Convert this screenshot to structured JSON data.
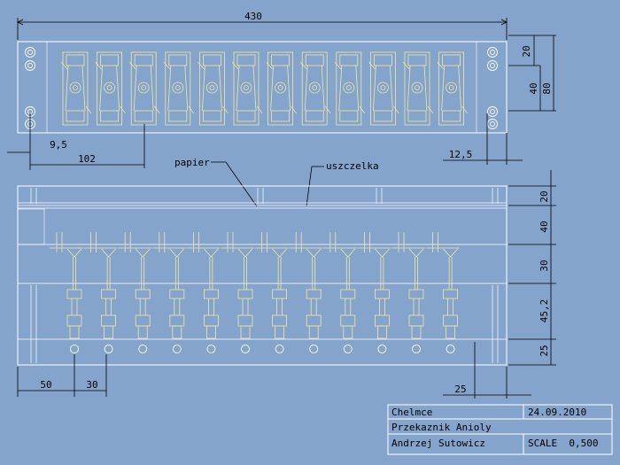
{
  "colors": {
    "background": "#84a4cc",
    "outline": "#ffffff",
    "part": "#f2e8a6",
    "dimension": "#000000"
  },
  "dimensions": {
    "top_width": "430",
    "right_20": "20",
    "right_40": "40",
    "right_80": "80",
    "bottom_9_5": "9,5",
    "bottom_102": "102",
    "bottom_12_5": "12,5",
    "front_20": "20",
    "front_40": "40",
    "front_30": "30",
    "front_45_2": "45,2",
    "front_25_right": "25",
    "front_50": "50",
    "front_30_bottom": "30",
    "front_25_bottom": "25"
  },
  "labels": {
    "papier": "papier",
    "uszczelka": "uszczelka"
  },
  "title_block": {
    "location": "Chelmce",
    "date": "24.09.2010",
    "drawing_title": "Przekaznik Anioly",
    "author": "Andrzej Sutowicz",
    "scale": "SCALE  0,500"
  }
}
